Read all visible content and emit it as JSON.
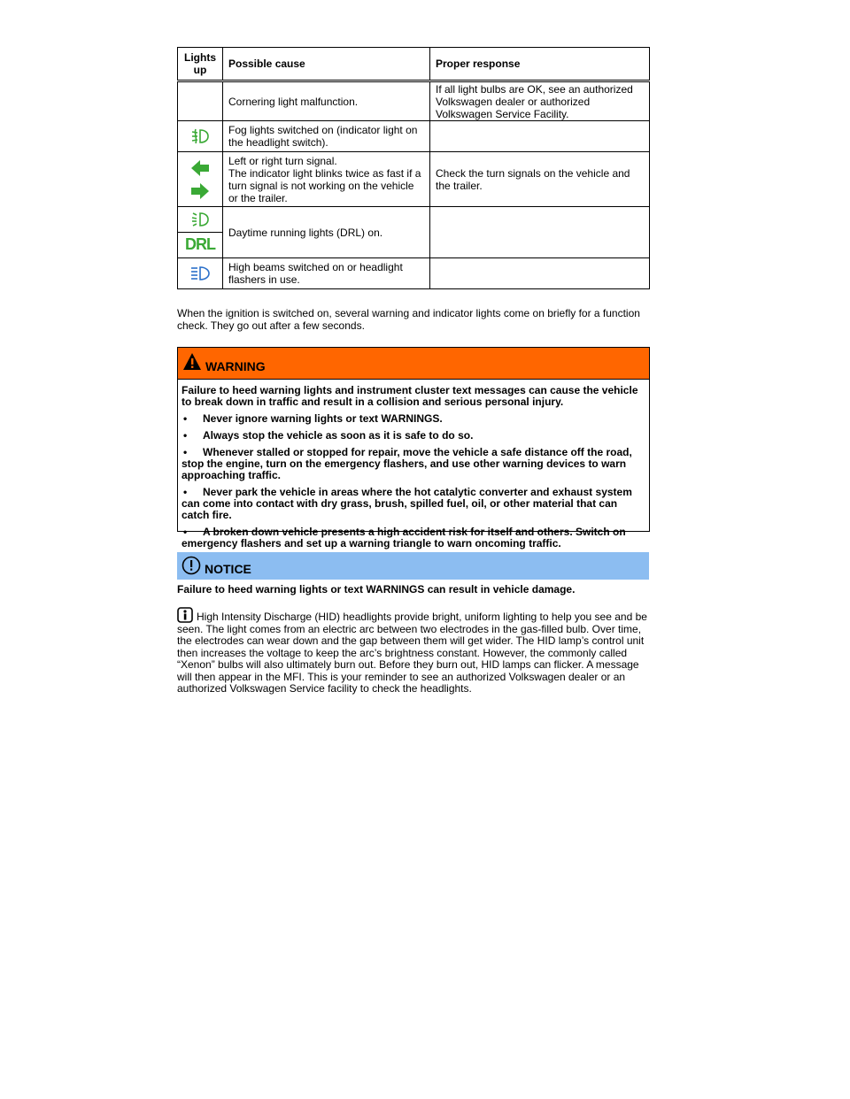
{
  "table": {
    "headers": [
      "Lights up",
      "Possible cause",
      "Proper response"
    ],
    "rows": [
      {
        "icon": "cornering-light",
        "cause": "Cornering light malfunction.",
        "response": "If all light bulbs are OK, see an authorized Volkswagen dealer or authorized Volkswagen Service Facility."
      },
      {
        "icon": "fog-light-icon",
        "cause": "Fog lights switched on (indicator light on the headlight switch).",
        "response": ""
      },
      {
        "icon": "turn-signal-icon",
        "cause": "Left or right turn signal.\nThe indicator light blinks twice as fast if a turn signal is not working on the vehicle or the trailer.",
        "response": "Check the turn signals on the vehicle and the trailer."
      },
      {
        "icon": "daytime-running-light-icon",
        "cause": "Daytime running lights (DRL) on.",
        "response": ""
      },
      {
        "icon": "high-beam-icon",
        "cause": "High beams switched on or headlight flashers in use.",
        "response": ""
      }
    ],
    "drl_label": "DRL"
  },
  "intro_paragraph": "When the ignition is switched on, several warning and indicator lights come on briefly for a function check. They go out after a few seconds.",
  "warning": {
    "title": "WARNING",
    "intro": "Failure to heed warning lights and instrument cluster text messages can cause the vehicle to break down in traffic and result in a collision and serious personal injury.",
    "bullets": [
      "Never ignore warning lights or text WARNINGS.",
      "Always stop the vehicle as soon as it is safe to do so.",
      "Whenever stalled or stopped for repair, move the vehicle a safe distance off the road, stop the engine, turn on the emergency flashers, and use other warning devices to warn approaching traffic.",
      "Never park the vehicle in areas where the hot catalytic converter and exhaust system can come into contact with dry grass, brush, spilled fuel, oil, or other material that can catch fire.",
      "A broken down vehicle presents a high accident risk for itself and others. Switch on emergency flashers and set up a warning triangle to warn oncoming traffic."
    ],
    "color": "#ff6600"
  },
  "notice": {
    "title": "NOTICE",
    "text": "Failure to heed warning lights or text WARNINGS can result in vehicle damage.",
    "color": "#8cbdf1"
  },
  "info_paragraph": "High Intensity Discharge (HID) headlights provide bright, uniform lighting to help you see and be seen. The light comes from an electric arc between two electrodes in the gas-filled bulb. Over time, the electrodes can wear down and the gap between them will get wider. The HID lamp’s control unit then increases the voltage to keep the arc’s brightness constant. However, the commonly called “Xenon” bulbs will also ultimately burn out. Before they burn out, HID lamps can flicker. A message will then appear in the MFI. This is your reminder to see an authorized Volkswagen dealer or an authorized Volkswagen Service facility to check the headlights.",
  "colors": {
    "indicator_green": "#3aa935"
  }
}
